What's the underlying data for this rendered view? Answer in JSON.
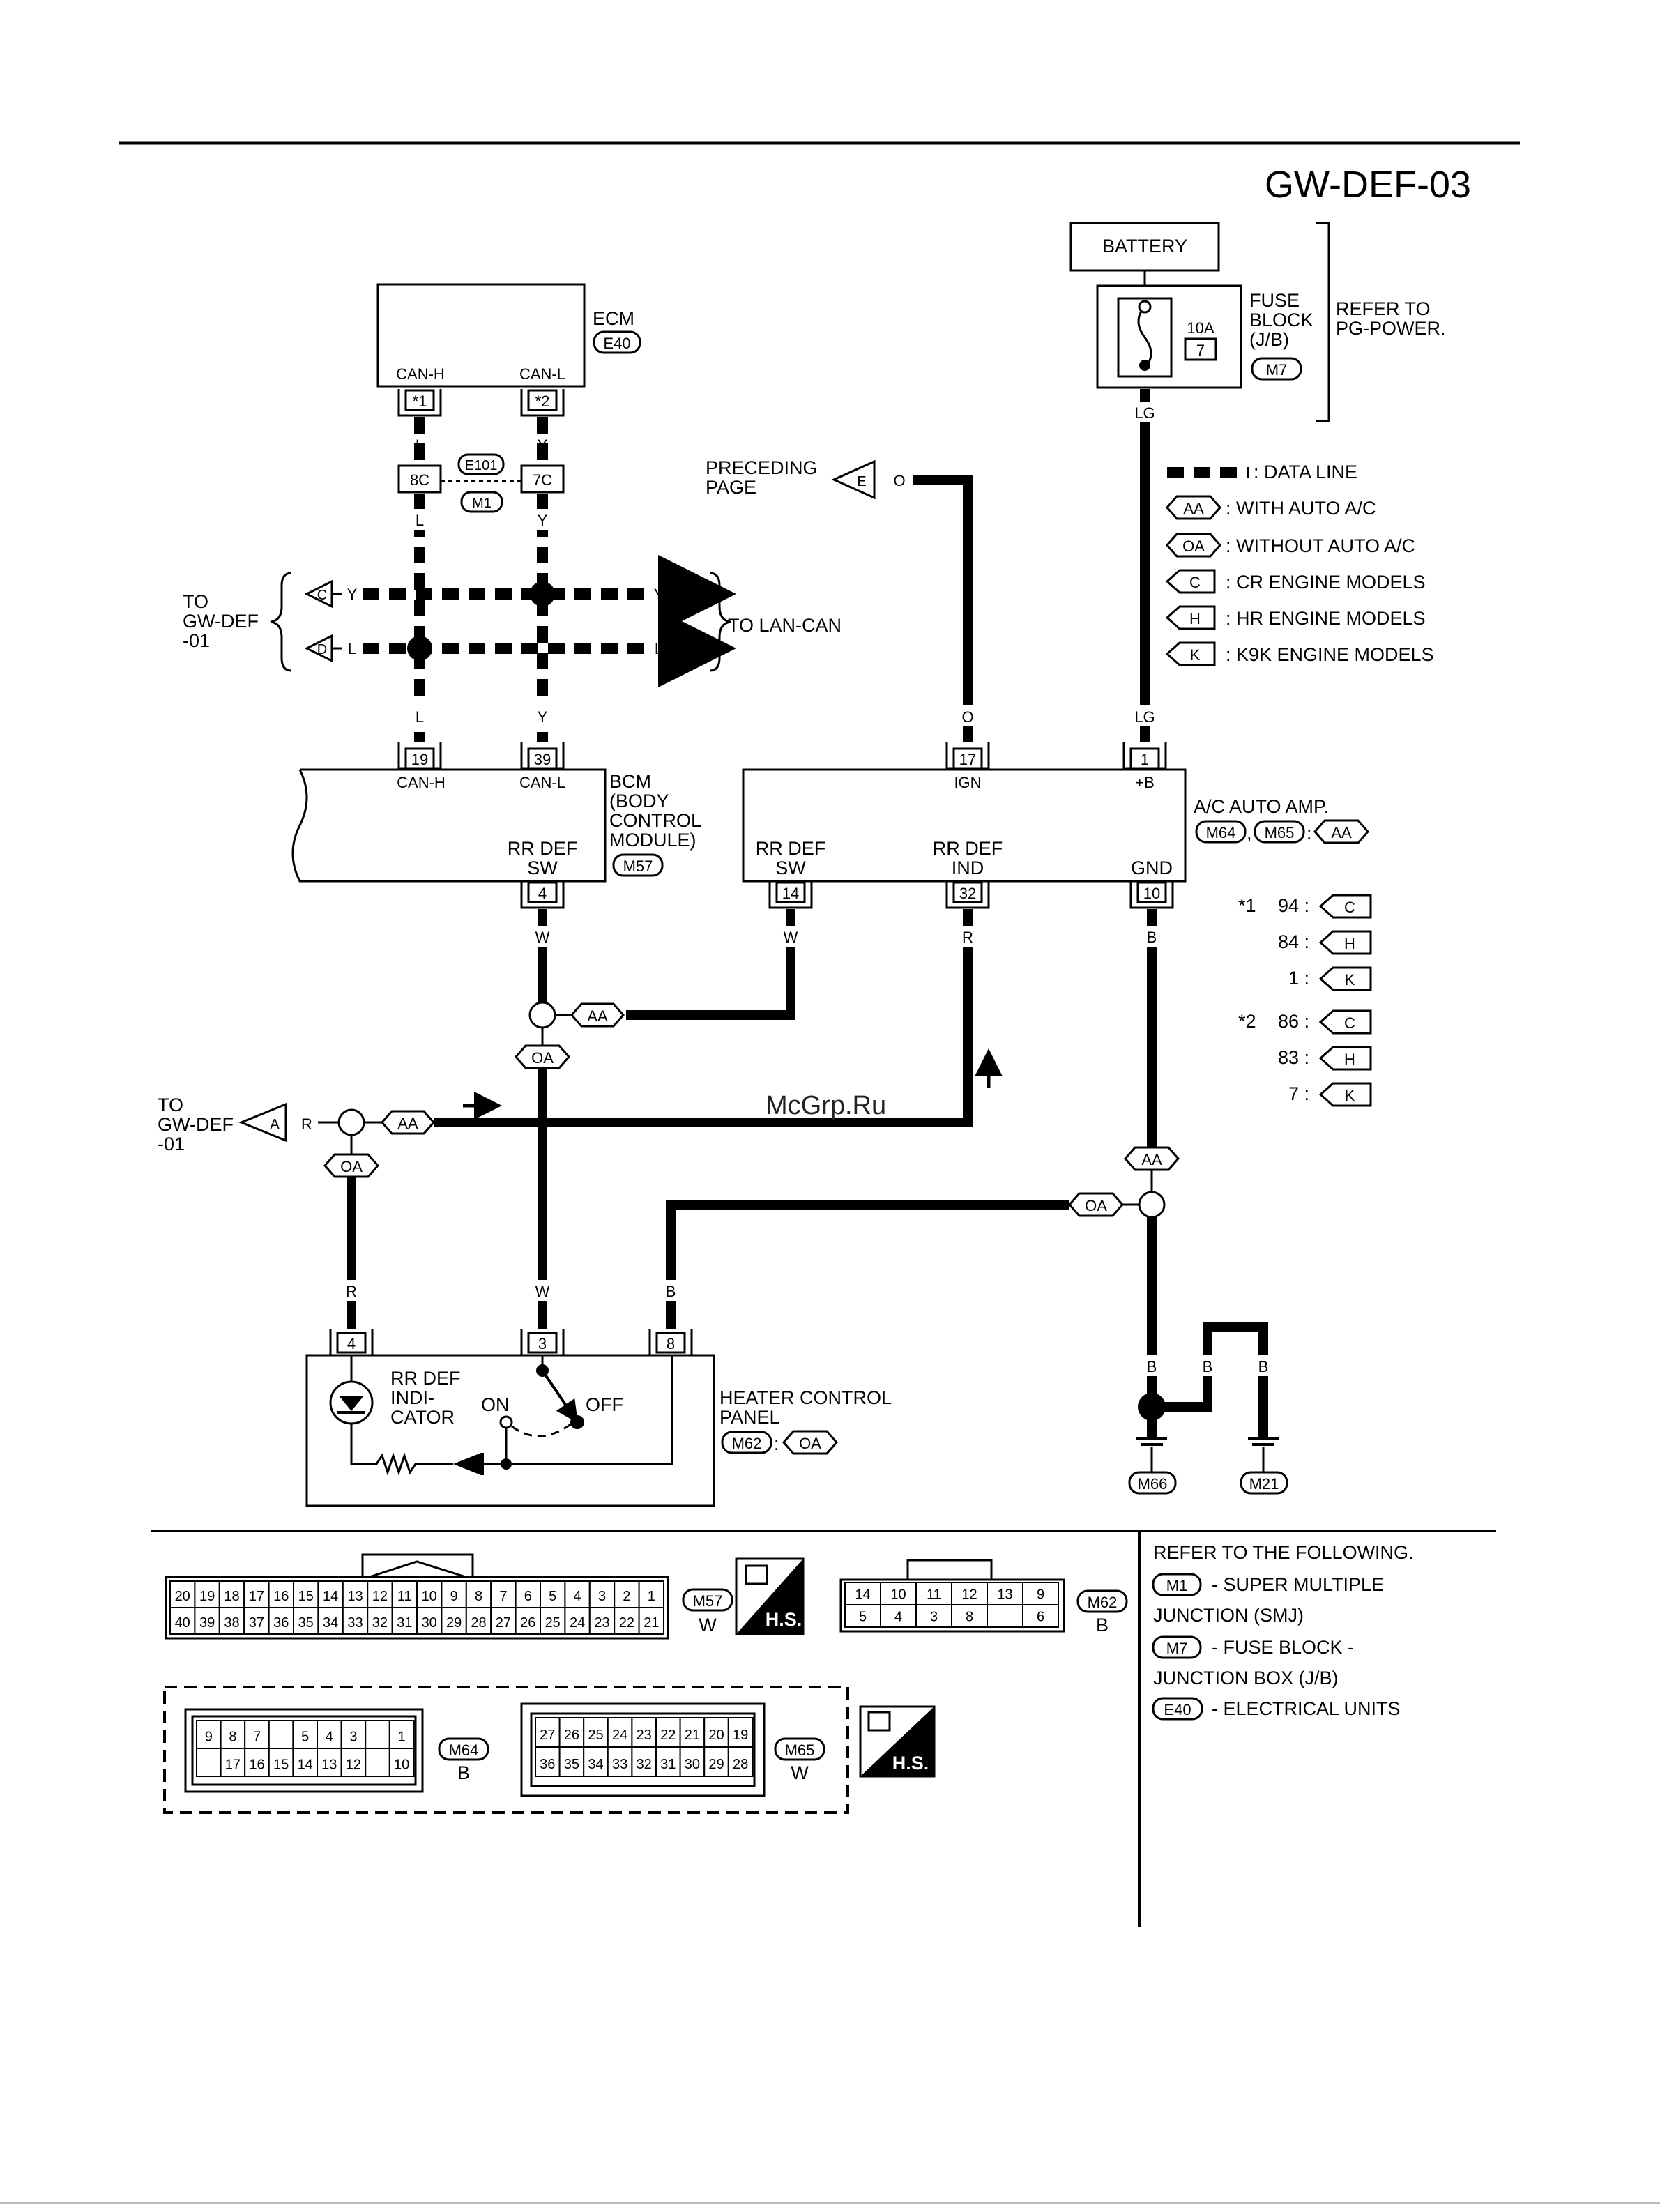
{
  "diagram_id": "GW-DEF-03",
  "watermark": "McGrp.Ru",
  "components": {
    "battery": "BATTERY",
    "fuse_block": [
      "FUSE",
      "BLOCK",
      "(J/B)"
    ],
    "fuse_block_conn": "M7",
    "fuse_amp": "10A",
    "fuse_no": "7",
    "refer_power": [
      "REFER TO",
      "PG-POWER."
    ],
    "ecm": "ECM",
    "ecm_conn": "E40",
    "ecm_pins": [
      "CAN-H",
      "CAN-L"
    ],
    "ecm_pin_marks": [
      "*1",
      "*2"
    ],
    "joint_pins": [
      "8C",
      "7C"
    ],
    "joint_conns": [
      "E101",
      "M1"
    ],
    "bcm": [
      "BCM",
      "(BODY",
      "CONTROL",
      "MODULE)"
    ],
    "bcm_conn": "M57",
    "bcm_pins": [
      "19",
      "39",
      "4"
    ],
    "bcm_pin_labels": [
      "CAN-H",
      "CAN-L",
      "RR DEF",
      "SW"
    ],
    "amp": "A/C AUTO AMP.",
    "amp_conns": [
      "M64",
      "M65",
      "AA"
    ],
    "amp_pins": [
      "17",
      "1",
      "14",
      "32",
      "10"
    ],
    "amp_pin_labels": [
      "IGN",
      "+B",
      "RR DEF",
      "SW",
      "RR DEF",
      "IND",
      "GND"
    ],
    "heater": [
      "HEATER CONTROL",
      "PANEL"
    ],
    "heater_conn": "M62",
    "heater_conn_variant": "OA",
    "heater_pins": [
      "4",
      "3",
      "8"
    ],
    "heater_labels": [
      "RR DEF",
      "INDI-",
      "CATOR",
      "ON",
      "OFF"
    ],
    "grounds": [
      "M66",
      "M21"
    ]
  },
  "wires": {
    "L": "L",
    "Y": "Y",
    "O": "O",
    "LG": "LG",
    "W": "W",
    "R": "R",
    "B": "B"
  },
  "offpage": {
    "to_gwdef": [
      "TO",
      "GW-DEF",
      "-01"
    ],
    "to_lancan": "TO LAN-CAN",
    "preceding": [
      "PRECEDING",
      "PAGE"
    ],
    "tags": [
      "C",
      "D",
      "E",
      "A"
    ]
  },
  "variant_tags": [
    "AA",
    "OA"
  ],
  "legend": [
    {
      "tag": "",
      "text": ": DATA LINE"
    },
    {
      "tag": "AA",
      "text": ": WITH AUTO A/C"
    },
    {
      "tag": "OA",
      "text": ": WITHOUT AUTO A/C"
    },
    {
      "tag": "C",
      "text": ": CR ENGINE MODELS"
    },
    {
      "tag": "H",
      "text": ": HR ENGINE MODELS"
    },
    {
      "tag": "K",
      "text": ": K9K ENGINE MODELS"
    }
  ],
  "pin_notes": [
    {
      "mark": "*1",
      "pin": "94 :",
      "tag": "C"
    },
    {
      "mark": "",
      "pin": "84 :",
      "tag": "H"
    },
    {
      "mark": "",
      "pin": "1 :",
      "tag": "K"
    },
    {
      "mark": "*2",
      "pin": "86 :",
      "tag": "C"
    },
    {
      "mark": "",
      "pin": "83 :",
      "tag": "H"
    },
    {
      "mark": "",
      "pin": "7 :",
      "tag": "K"
    }
  ],
  "refer_following": {
    "title": "REFER TO THE FOLLOWING.",
    "items": [
      {
        "conn": "M1",
        "text": "- SUPER MULTIPLE"
      },
      {
        "conn": "",
        "text": "JUNCTION (SMJ)"
      },
      {
        "conn": "M7",
        "text": "- FUSE BLOCK -"
      },
      {
        "conn": "",
        "text": "JUNCTION BOX (J/B)"
      },
      {
        "conn": "E40",
        "text": "- ELECTRICAL UNITS"
      }
    ]
  },
  "connectors": {
    "m57": {
      "name": "M57",
      "color": "W",
      "row1": [
        "20",
        "19",
        "18",
        "17",
        "16",
        "15",
        "14",
        "13",
        "12",
        "11",
        "10",
        "9",
        "8",
        "7",
        "6",
        "5",
        "4",
        "3",
        "2",
        "1"
      ],
      "row2": [
        "40",
        "39",
        "38",
        "37",
        "36",
        "35",
        "34",
        "33",
        "32",
        "31",
        "30",
        "29",
        "28",
        "27",
        "26",
        "25",
        "24",
        "23",
        "22",
        "21"
      ]
    },
    "m62": {
      "name": "M62",
      "color": "B",
      "row1": [
        "14",
        "10",
        "11",
        "12",
        "13",
        "9"
      ],
      "row2": [
        "5",
        "4",
        "3",
        "8",
        "",
        "6"
      ]
    },
    "m64": {
      "name": "M64",
      "color": "B",
      "row1": [
        "9",
        "8",
        "7",
        "",
        "5",
        "4",
        "3",
        "",
        "1"
      ],
      "row2": [
        "",
        "17",
        "16",
        "15",
        "14",
        "13",
        "12",
        "",
        "10"
      ]
    },
    "m65": {
      "name": "M65",
      "color": "W",
      "row1": [
        "27",
        "26",
        "25",
        "24",
        "23",
        "22",
        "21",
        "20",
        "19"
      ],
      "row2": [
        "36",
        "35",
        "34",
        "33",
        "32",
        "31",
        "30",
        "29",
        "28"
      ]
    },
    "hs": "H.S."
  }
}
